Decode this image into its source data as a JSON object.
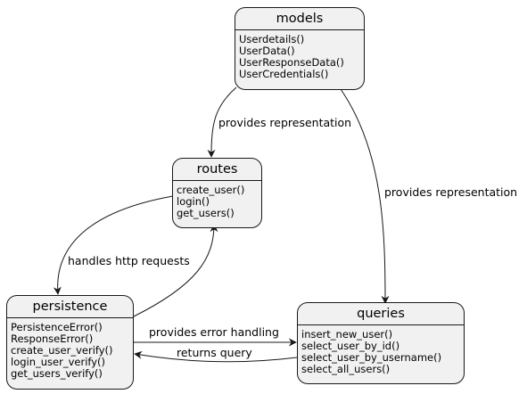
{
  "nodes": [
    {
      "id": "models",
      "title": "models",
      "methods": [
        "Userdetails()",
        "UserData()",
        "UserResponseData()",
        "UserCredentials()"
      ]
    },
    {
      "id": "routes",
      "title": "routes",
      "methods": [
        "create_user()",
        "login()",
        "get_users()"
      ]
    },
    {
      "id": "persistence",
      "title": "persistence",
      "methods": [
        "PersistenceError()",
        "ResponseError()",
        "create_user_verify()",
        "login_user_verify()",
        "get_users_verify()"
      ]
    },
    {
      "id": "queries",
      "title": "queries",
      "methods": [
        "insert_new_user()",
        "select_user_by_id()",
        "select_user_by_username()",
        "select_all_users()"
      ]
    }
  ],
  "edges": [
    {
      "id": "models-routes",
      "from": "models",
      "to": "routes",
      "label": "provides representation"
    },
    {
      "id": "models-queries",
      "from": "models",
      "to": "queries",
      "label": "provides representation"
    },
    {
      "id": "routes-persistence",
      "from": "routes",
      "to": "persistence",
      "label": "handles http requests"
    },
    {
      "id": "persistence-routes",
      "from": "persistence",
      "to": "routes",
      "label": ""
    },
    {
      "id": "persistence-queries",
      "from": "persistence",
      "to": "queries",
      "label": "provides error handling"
    },
    {
      "id": "queries-persistence",
      "from": "queries",
      "to": "persistence",
      "label": "returns query"
    }
  ],
  "colors": {
    "node_fill": "#f1f1f1",
    "border": "#181818",
    "edge": "#181818"
  }
}
